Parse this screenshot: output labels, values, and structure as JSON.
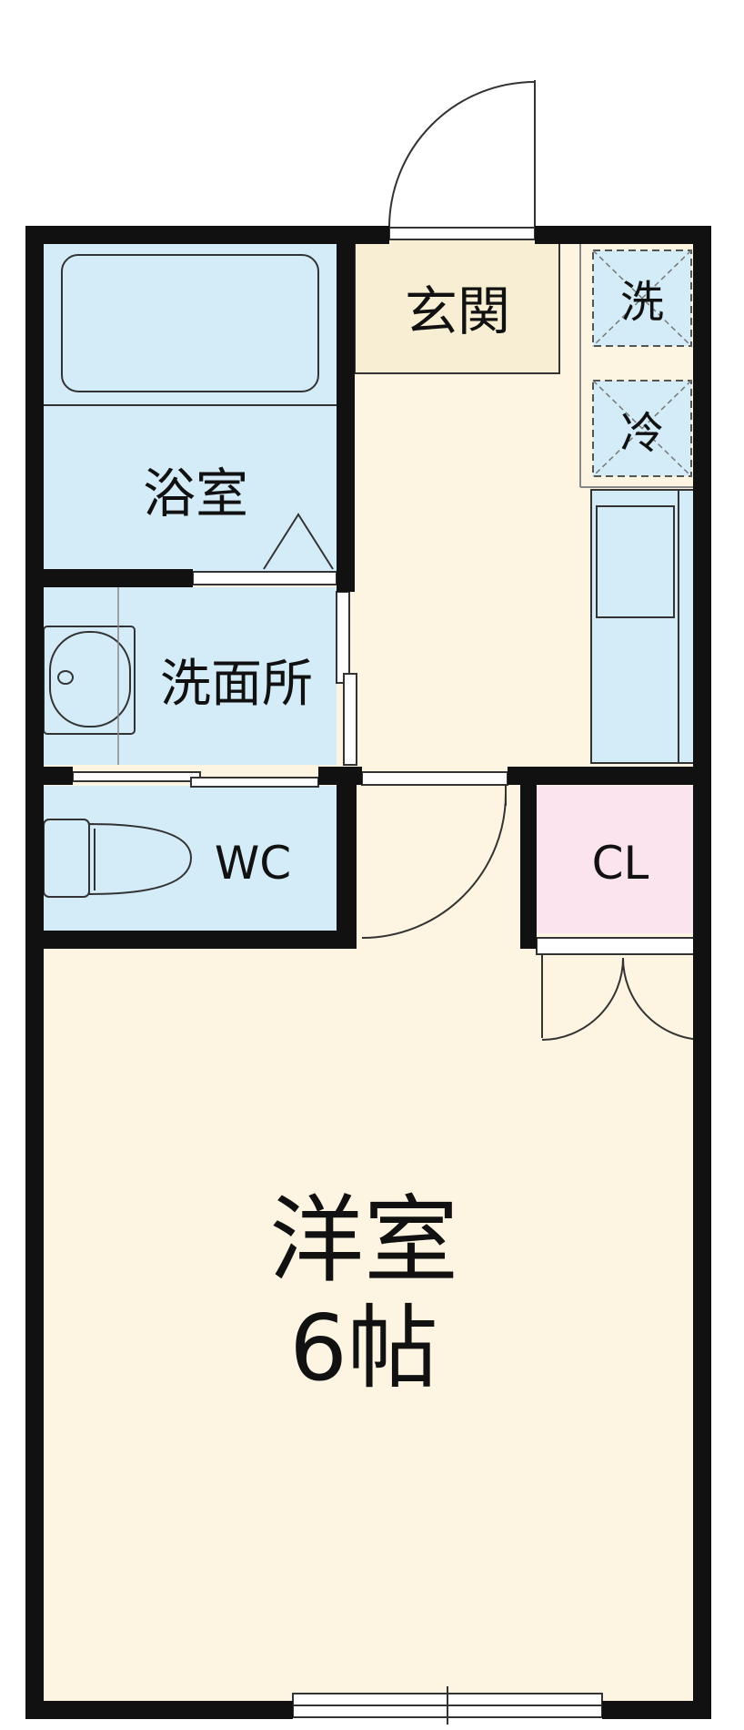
{
  "rooms": {
    "genkan": "玄関",
    "washer": "洗",
    "fridge": "冷",
    "bath": "浴室",
    "washroom": "洗面所",
    "wc": "WC",
    "closet": "CL",
    "western_room": "洋室",
    "western_room_size": "6帖"
  },
  "colors": {
    "wall": "#111111",
    "wet_area": "#d4ecf8",
    "living_floor": "#fdf5e1",
    "genkan_floor": "#f8eed4",
    "closet": "#fbe4ee",
    "line": "#333333"
  }
}
